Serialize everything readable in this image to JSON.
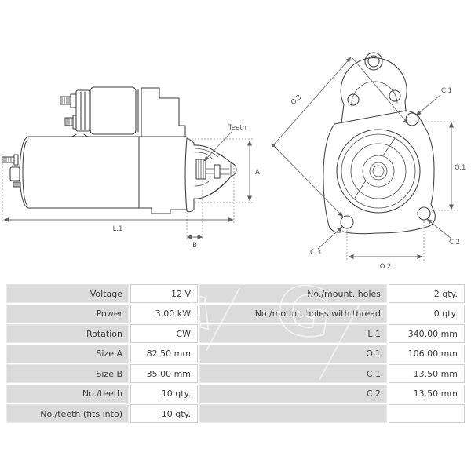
{
  "diagram": {
    "side_view": {
      "labels": {
        "teeth": "Teeth",
        "a": "A",
        "l1": "L.1",
        "b": "B"
      }
    },
    "front_view": {
      "labels": {
        "o3": "O.3",
        "c1": "C.1",
        "o1": "O.1",
        "c2": "C.2",
        "c3": "C.3",
        "o2": "O.2"
      }
    }
  },
  "watermark": {
    "letters": [
      "A",
      "G"
    ]
  },
  "table": {
    "left_rows": [
      {
        "label": "Voltage",
        "value": "12 V"
      },
      {
        "label": "Power",
        "value": "3.00 kW"
      },
      {
        "label": "Rotation",
        "value": "CW"
      },
      {
        "label": "Size A",
        "value": "82.50 mm"
      },
      {
        "label": "Size B",
        "value": "35.00 mm"
      },
      {
        "label": "No./teeth",
        "value": "10 qty."
      },
      {
        "label": "No./teeth (fits into)",
        "value": "10 qty."
      }
    ],
    "right_rows": [
      {
        "label": "No./mount. holes",
        "value": "2 qty."
      },
      {
        "label": "No./mount. holes with thread",
        "value": "0 qty."
      },
      {
        "label": "L.1",
        "value": "340.00 mm"
      },
      {
        "label": "O.1",
        "value": "106.00 mm"
      },
      {
        "label": "C.1",
        "value": "13.50 mm"
      },
      {
        "label": "C.2",
        "value": "13.50 mm"
      },
      {
        "label": "",
        "value": ""
      }
    ]
  },
  "colors": {
    "table_label_bg": "#dbdbdb",
    "table_value_bg": "#ffffff",
    "drawing_line": "#3e3e3e",
    "dimension_line": "#707070",
    "text": "#3c3c3c"
  }
}
